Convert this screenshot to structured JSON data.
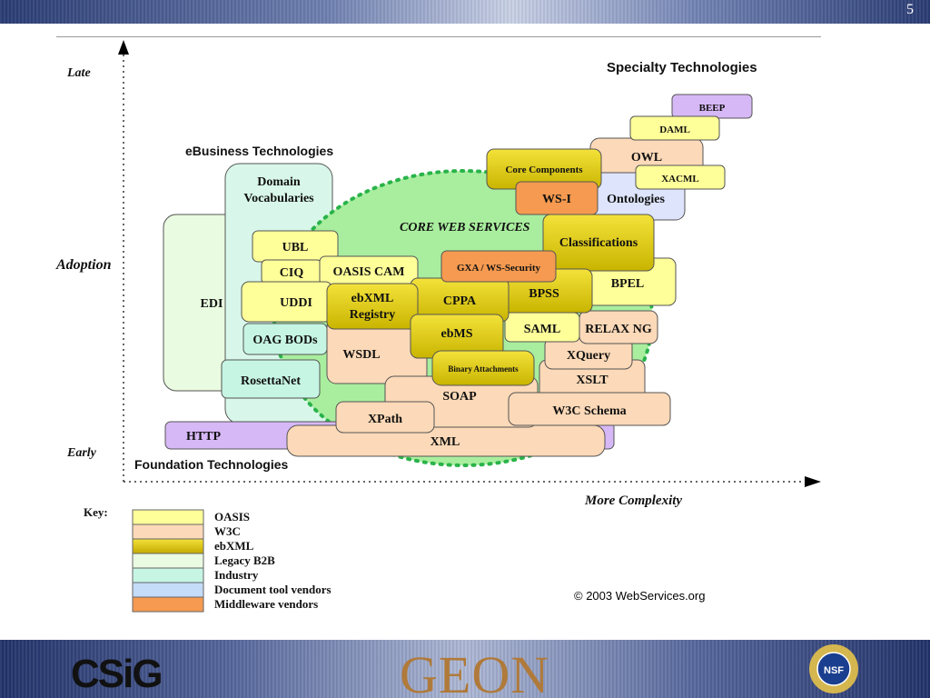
{
  "slide": {
    "page_number": "5",
    "copyright": "© 2003 WebServices.org"
  },
  "axes": {
    "y_top": "Late",
    "y_mid": "Adoption",
    "y_bottom": "Early",
    "x_label": "More Complexity"
  },
  "groups": {
    "ebusiness": "eBusiness Technologies",
    "specialty": "Specialty Technologies",
    "foundation": "Foundation Technologies",
    "core": "CORE WEB SERVICES"
  },
  "boxes": {
    "domain_vocab_1": "Domain",
    "domain_vocab_2": "Vocabularies",
    "edi": "EDI",
    "ubl": "UBL",
    "ciq": "CIQ",
    "oasis_cam": "OASIS CAM",
    "uddi": "UDDI",
    "ebxml_reg_1": "ebXML",
    "ebxml_reg_2": "Registry",
    "oag": "OAG BODs",
    "rosettanet": "RosettaNet",
    "wsdl": "WSDL",
    "soap": "SOAP",
    "xpath": "XPath",
    "http": "HTTP",
    "xml": "XML",
    "core_components": "Core Components",
    "wsi": "WS-I",
    "beep": "BEEP",
    "daml": "DAML",
    "owl": "OWL",
    "xacml": "XACML",
    "ontologies": "Ontologies",
    "classifications": "Classifications",
    "gxa": "GXA / WS-Security",
    "cppa": "CPPA",
    "bpss": "BPSS",
    "bpel": "BPEL",
    "ebms": "ebMS",
    "saml": "SAML",
    "relaxng": "RELAX NG",
    "xquery": "XQuery",
    "binary": "Binary Attachments",
    "xslt": "XSLT",
    "w3c_schema": "W3C Schema"
  },
  "key": {
    "title": "Key:",
    "items": [
      {
        "label": "OASIS",
        "color": "#ffff99"
      },
      {
        "label": "W3C",
        "color": "#fcd9b8"
      },
      {
        "label": "ebXML",
        "color": "#d8c400"
      },
      {
        "label": "Legacy B2B",
        "color": "#e9fbe0"
      },
      {
        "label": "Industry",
        "color": "#c6f5e4"
      },
      {
        "label": "Document tool vendors",
        "color": "#c4dcf8"
      },
      {
        "label": "Middleware vendors",
        "color": "#f59a50"
      }
    ]
  },
  "footer": {
    "left_logo": "CSiG",
    "center_logo": "GEON",
    "right_logo": "NSF"
  }
}
